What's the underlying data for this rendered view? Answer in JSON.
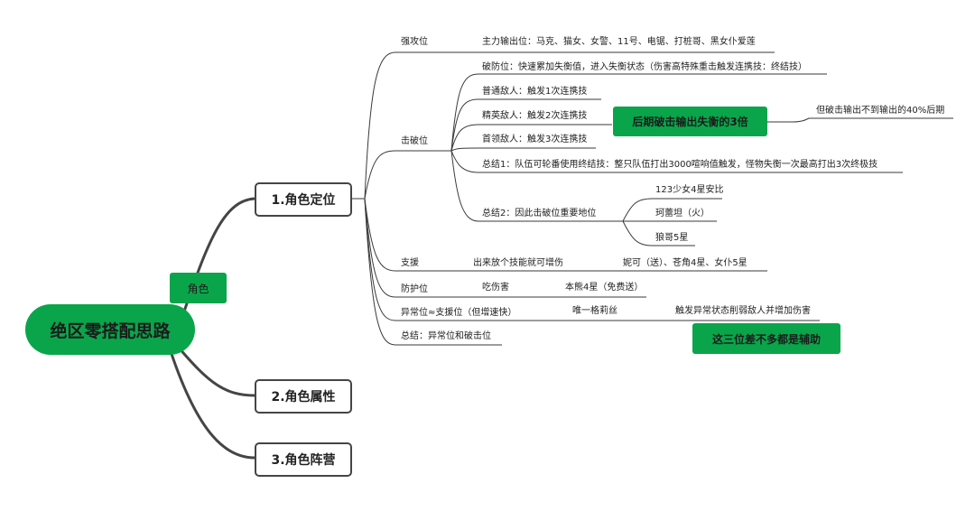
{
  "root": "绝区零搭配思路",
  "root_tag": "角色",
  "branches": [
    "1.角色定位",
    "2.角色属性",
    "3.角色阵营"
  ],
  "positions": {
    "attack": "强攻位",
    "attack_desc": "主力输出位：马克、猫女、女警、11号、电锯、打桩哥、黑女仆爱莲",
    "break": "击破位",
    "break_items": [
      "破防位：快速累加失衡值，进入失衡状态（伤害高特殊重击触发连携技：终结技）",
      "普通敌人：触发1次连携技",
      "精英敌人：触发2次连携技",
      "首领敌人：触发3次连携技",
      "总结1：队伍可轮番使用终结技：整只队伍打出3000喧响值触发，怪物失衡一次最高打出3次终极技",
      "总结2：因此击破位重要地位"
    ],
    "break_callout": "后期破击输出失衡的3倍",
    "break_callout_note": "但破击输出不到输出的40%后期",
    "summary2_items": [
      "123少女4星安比",
      "珂蕾坦（火）",
      "狼哥5星"
    ],
    "support": "支援",
    "support_desc": "出来放个技能就可增伤",
    "support_chars": "妮可（送）、苍角4星、女仆5星",
    "defense": "防护位",
    "defense_desc": "吃伤害",
    "defense_char": "本熊4星（免费送）",
    "anomaly": "异常位≈支援位（但增速快）",
    "anomaly_char": "唯一格莉丝",
    "anomaly_desc": "触发异常状态削弱敌人并增加伤害",
    "summary": "总结：异常位和破击位",
    "summary_callout": "这三位差不多都是辅助"
  }
}
